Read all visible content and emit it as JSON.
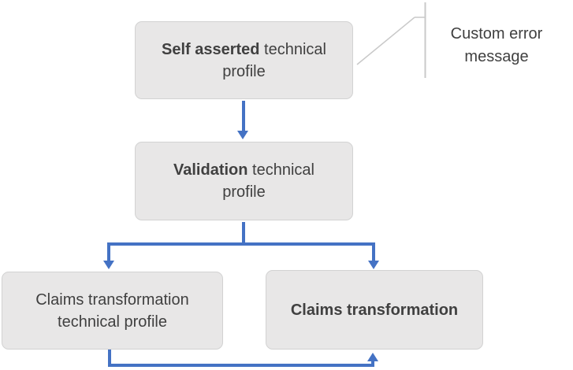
{
  "diagram": {
    "boxes": [
      {
        "id": "self-asserted",
        "bold_text": "Self asserted",
        "regular_text": " technical profile"
      },
      {
        "id": "validation",
        "bold_text": "Validation",
        "regular_text": " technical profile"
      },
      {
        "id": "claims-transformation-technical-profile",
        "bold_text": "",
        "regular_text": "Claims transformation technical profile"
      },
      {
        "id": "claims-transformation",
        "bold_text": "Claims transformation",
        "regular_text": ""
      }
    ],
    "annotation": {
      "text": "Custom error message"
    },
    "connectors": [
      {
        "from": "self-asserted",
        "to": "validation",
        "style": "arrow-down"
      },
      {
        "from": "validation",
        "to": "claims-transformation-technical-profile",
        "style": "elbow-arrow-down"
      },
      {
        "from": "validation",
        "to": "claims-transformation",
        "style": "elbow-arrow-down"
      },
      {
        "from": "claims-transformation-technical-profile",
        "to": "claims-transformation",
        "style": "elbow-arrow-up"
      },
      {
        "from": "self-asserted",
        "to": "annotation",
        "style": "callout-line"
      }
    ],
    "colors": {
      "connector": "#4472C4",
      "box_fill": "#E8E7E7",
      "box_border": "#D2D2D2",
      "text": "#404040",
      "callout_line": "#C9C9C9"
    }
  }
}
